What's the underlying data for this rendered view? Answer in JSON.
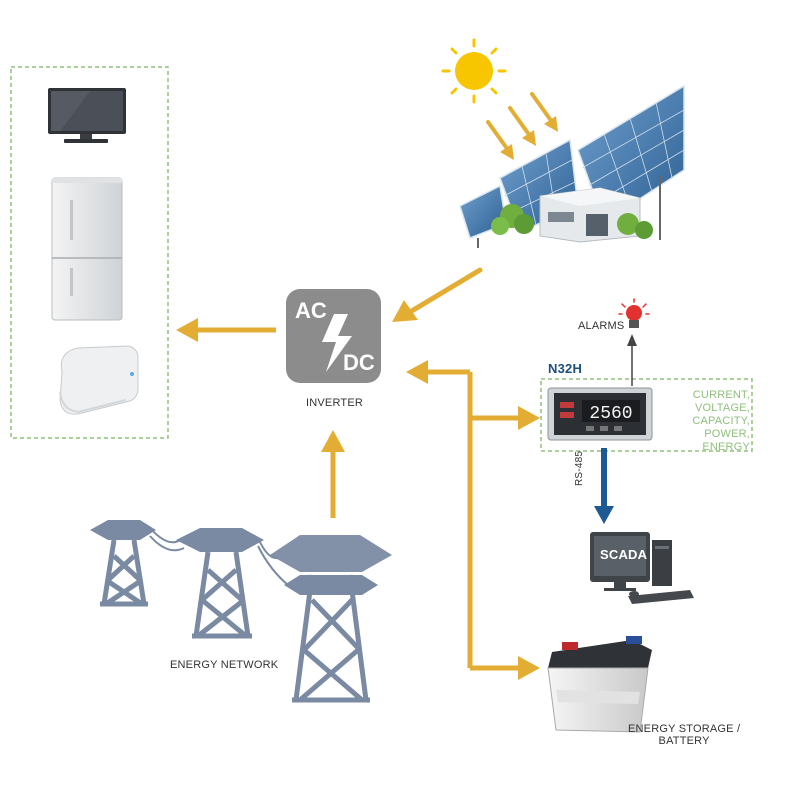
{
  "inverter": {
    "ac": "AC",
    "dc": "DC",
    "label": "INVERTER"
  },
  "meter": {
    "model": "N32H",
    "display": "2560",
    "measurements": [
      "CURRENT, VOLTAGE,",
      "CAPACITY, POWER,",
      "ENERGY"
    ]
  },
  "alarms_label": "ALARMS",
  "rs485_label": "RS-485",
  "scada_label": "SCADA",
  "network_label": "ENERGY NETWORK",
  "storage_label": [
    "ENERGY STORAGE /",
    "BATTERY"
  ],
  "colors": {
    "arrow": "#e3ad33",
    "inverter_box": "#8c8c8c",
    "tower": "#7b8aa3",
    "dashed_border": "#8fc07a",
    "rs485_arrow": "#1d5a93",
    "sun": "#f7c600",
    "panel": "#4a7fb0"
  }
}
